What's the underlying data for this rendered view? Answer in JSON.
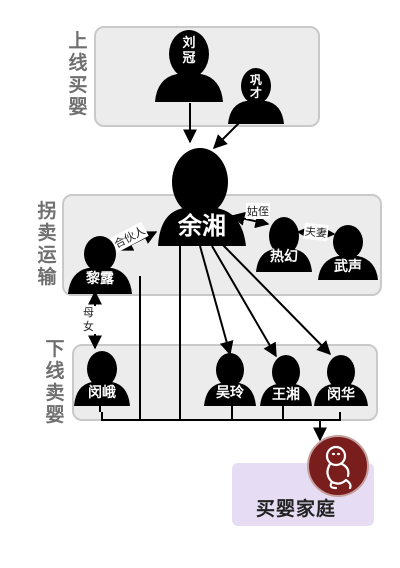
{
  "sections": {
    "upline": "上线买婴",
    "transport": "拐卖运输",
    "downline": "下线卖婴"
  },
  "people": {
    "liu_guan": "刘冠",
    "gong_cai": "巩才",
    "yu_xiang": "余湘",
    "li_lu": "黎露",
    "re_huan": "热幻",
    "wu_sheng": "武声",
    "min_e": "闵峨",
    "wu_ling": "吴玲",
    "wang_xiang": "王湘",
    "min_hua": "闵华"
  },
  "relations": {
    "partner": "合伙人",
    "aunt_niece": "姑侄",
    "spouses": "夫妻",
    "mother_daughter": "母女"
  },
  "buyers": "买婴家庭",
  "colors": {
    "panel": "#ececec",
    "buyers_panel": "#e6dcf3",
    "baby_circle": "#7a1d1d"
  }
}
